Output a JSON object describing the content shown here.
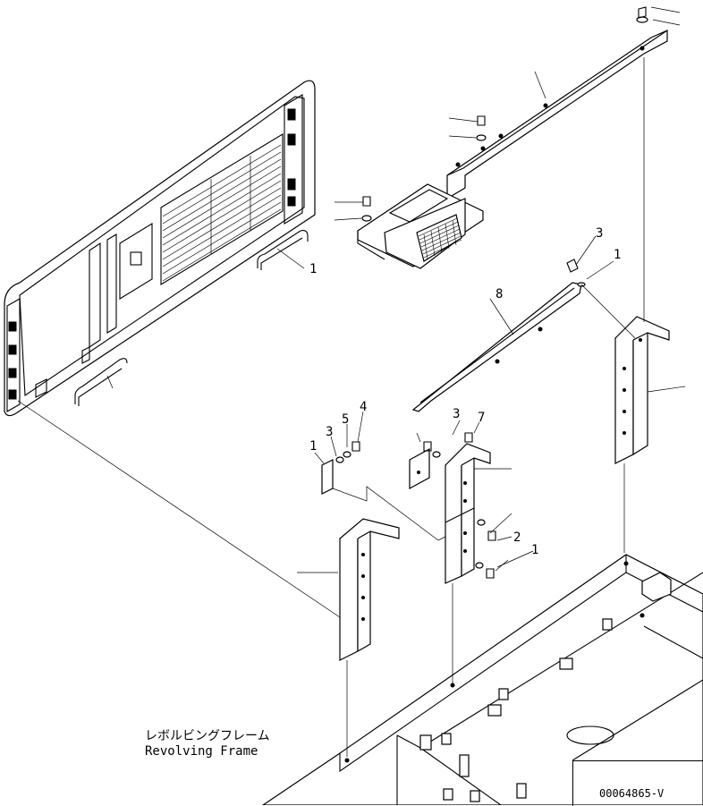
{
  "caption": {
    "jp": "レボルビングフレーム",
    "en": "Revolving Frame"
  },
  "document_id": "00064865-V",
  "callouts": [
    {
      "id": "cl-top-grille",
      "text": "1"
    },
    {
      "id": "cl-bolt-a",
      "text": "3"
    },
    {
      "id": "cl-washer-a",
      "text": "1"
    },
    {
      "id": "cl-bar",
      "text": "8"
    },
    {
      "id": "cl-small-1",
      "text": "1"
    },
    {
      "id": "cl-small-3",
      "text": "3"
    },
    {
      "id": "cl-small-5",
      "text": "5"
    },
    {
      "id": "cl-small-4",
      "text": "4"
    },
    {
      "id": "cl-mid-3",
      "text": "3"
    },
    {
      "id": "cl-mid-7",
      "text": "7"
    },
    {
      "id": "cl-low-2",
      "text": "2"
    },
    {
      "id": "cl-low-1",
      "text": "1"
    }
  ]
}
